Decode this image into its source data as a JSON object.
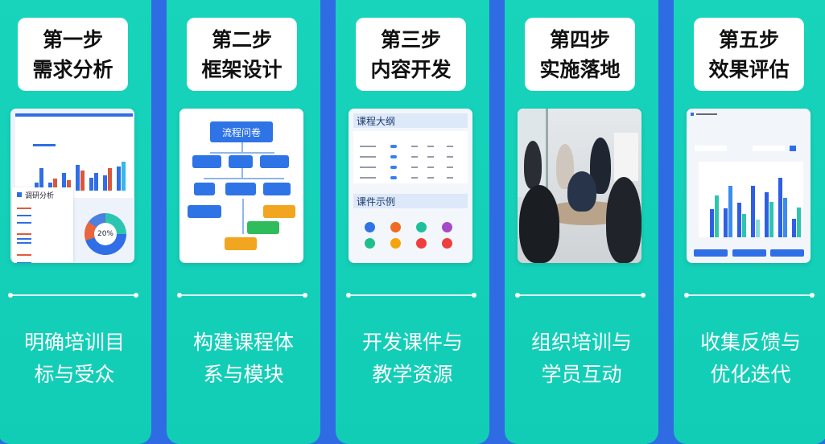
{
  "steps": [
    {
      "step": "第一步",
      "title": "需求分析",
      "desc1": "明确培训目",
      "desc2": "标与受众",
      "image": {
        "panel_title": "调研分析",
        "donut_label": "20%"
      }
    },
    {
      "step": "第二步",
      "title": "框架设计",
      "desc1": "构建课程体",
      "desc2": "系与模块",
      "image": {
        "root": "流程问卷"
      }
    },
    {
      "step": "第三步",
      "title": "内容开发",
      "desc1": "开发课件与",
      "desc2": "教学资源",
      "image": {
        "outline_title": "课程大纲",
        "examples_title": "课件示例"
      }
    },
    {
      "step": "第四步",
      "title": "实施落地",
      "desc1": "组织培训与",
      "desc2": "学员互动",
      "image": {}
    },
    {
      "step": "第五步",
      "title": "效果评估",
      "desc1": "收集反馈与",
      "desc2": "优化迭代",
      "image": {}
    }
  ],
  "colors": {
    "background": "#2f6ce3",
    "card": "#14d0b8",
    "bar_blue": "#2f6ee6",
    "bar_red": "#d9573d",
    "bar_teal": "#2cc6b0"
  }
}
